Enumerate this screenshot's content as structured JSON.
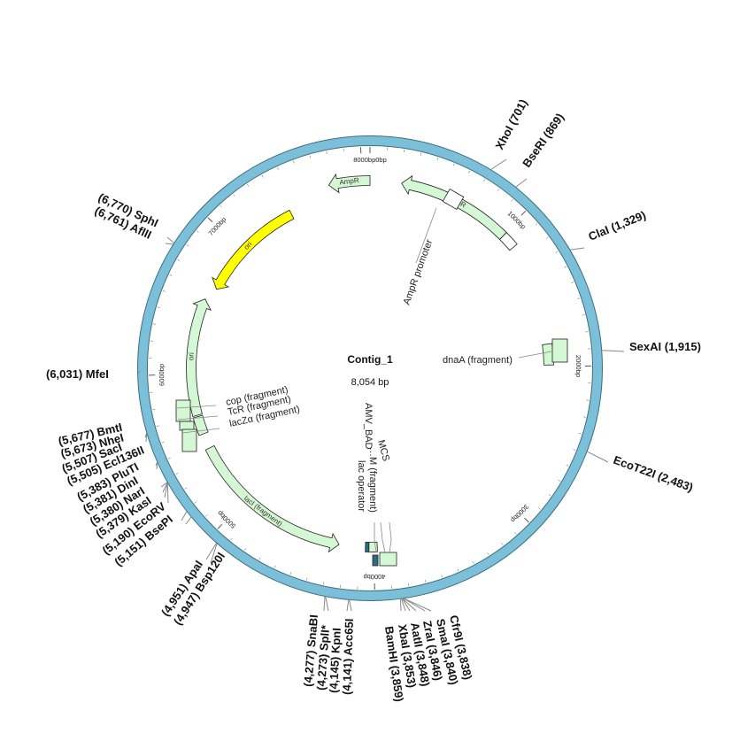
{
  "plasmid": {
    "name": "Contig_1",
    "length_label": "8,054 bp",
    "length": 8054
  },
  "colors": {
    "backbone": "#7bbfd9",
    "feature_fill": "#d4f8d4",
    "ori_fill": "#ffff00",
    "operator_fill": "#2a6d80",
    "leader": "#888888"
  },
  "tick_labels": [
    {
      "text": "8000bp0bp",
      "pos": 0
    },
    {
      "text": "1000bp",
      "pos": 1000
    },
    {
      "text": "2000bp",
      "pos": 2000
    },
    {
      "text": "3000bp",
      "pos": 3000
    },
    {
      "text": "4000bp",
      "pos": 4000
    },
    {
      "text": "5000bp",
      "pos": 5000
    },
    {
      "text": "6000bp",
      "pos": 6000
    },
    {
      "text": "7000bp",
      "pos": 7000
    }
  ],
  "features": [
    {
      "name": "AmpR",
      "start": 217,
      "end": 1011,
      "dir": -1,
      "lane": 0,
      "color": "green"
    },
    {
      "name": "AmpR",
      "start": 7770,
      "end": 8054,
      "dir": -1,
      "lane": 0,
      "color": "green"
    },
    {
      "name": "",
      "start": 1011,
      "end": 1115,
      "dir": 0,
      "lane": 0,
      "color": "white"
    },
    {
      "name": "ori",
      "start": 6650,
      "end": 7450,
      "dir": -1,
      "lane": 1,
      "color": "yellow"
    },
    {
      "name": "ori",
      "start": 5700,
      "end": 6550,
      "dir": 1,
      "lane": 2,
      "color": "green"
    },
    {
      "name": "lacI (fragment)",
      "start": 4250,
      "end": 5450,
      "dir": -1,
      "lane": 2,
      "color": "green"
    },
    {
      "name": "",
      "start": 1840,
      "end": 1990,
      "dir": 0,
      "lane": 2,
      "color": "green"
    },
    {
      "name": "",
      "start": 5560,
      "end": 5690,
      "dir": 0,
      "lane": 2,
      "color": "green"
    },
    {
      "name": "",
      "start": 3975,
      "end": 4035,
      "dir": 0,
      "lane": 2,
      "color": "green"
    },
    {
      "name": "",
      "start": 4035,
      "end": 4060,
      "dir": 0,
      "lane": 2,
      "color": "operator"
    }
  ],
  "feature_labels": {
    "promoter": "AmpR promoter",
    "dnaA": "dnaA (fragment)",
    "cop": "cop (fragment)",
    "tcr": "TcR (fragment)",
    "lacz": "lacZα (fragment)",
    "mcs": "MCS",
    "lac_operator": "lac operator",
    "amv": "AMV_BAD",
    "bam": "…M (fragment)",
    "frag2": "(fragment)"
  },
  "sites": [
    {
      "label": "XhoI (701)",
      "pos": 701
    },
    {
      "label": "BseRI (869)",
      "pos": 869
    },
    {
      "label": "ClaI (1,329)",
      "pos": 1329
    },
    {
      "label": "SexAI (1,915)",
      "pos": 1915
    },
    {
      "label": "EcoT22I (2,483)",
      "pos": 2483
    },
    {
      "label": "Cfr9I (3,838)",
      "pos": 3838
    },
    {
      "label": "SmaI (3,840)",
      "pos": 3840
    },
    {
      "label": "ZraI (3,846)",
      "pos": 3846
    },
    {
      "label": "AatII (3,848)",
      "pos": 3848
    },
    {
      "label": "XbaI (3,853)",
      "pos": 3853
    },
    {
      "label": "BamHI (3,859)",
      "pos": 3859
    },
    {
      "label": "(4,141) Acc65I",
      "pos": 4141
    },
    {
      "label": "(4,145) KpnI",
      "pos": 4145
    },
    {
      "label": "(4,273) SplI*",
      "pos": 4273
    },
    {
      "label": "(4,277) SnaBI",
      "pos": 4277
    },
    {
      "label": "(4,947) Bsp120I",
      "pos": 4947
    },
    {
      "label": "(4,951) ApaI",
      "pos": 4951
    },
    {
      "label": "(5,151) BsePI",
      "pos": 5151
    },
    {
      "label": "(5,190) EcoRV",
      "pos": 5190
    },
    {
      "label": "(5,379) KasI",
      "pos": 5379
    },
    {
      "label": "(5,380) NarI",
      "pos": 5380
    },
    {
      "label": "(5,381) DinI",
      "pos": 5381
    },
    {
      "label": "(5,383) PluTI",
      "pos": 5383
    },
    {
      "label": "(5,505) Ecl136II",
      "pos": 5505
    },
    {
      "label": "(5,507) SacI",
      "pos": 5507
    },
    {
      "label": "(5,673) NheI",
      "pos": 5673
    },
    {
      "label": "(5,677) BmtI",
      "pos": 5677
    },
    {
      "label": "(6,031) MfeI",
      "pos": 6031
    },
    {
      "label": "(6,761) AflII",
      "pos": 6761
    },
    {
      "label": "(6,770) SphI",
      "pos": 6770
    }
  ]
}
